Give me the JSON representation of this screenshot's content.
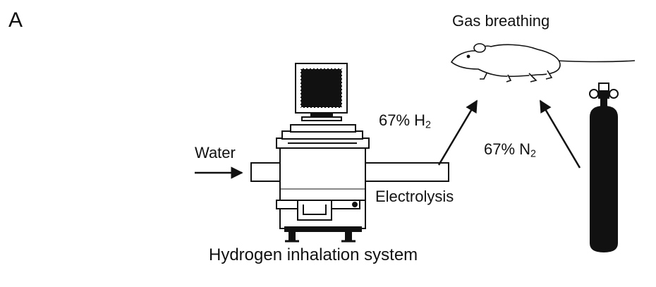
{
  "panel_label": "A",
  "labels": {
    "gas_breathing": "Gas breathing",
    "hydrogen_pct": "67% H",
    "hydrogen_sub": "2",
    "nitrogen_pct": "67% N",
    "nitrogen_sub": "2",
    "water": "Water",
    "electrolysis": "Electrolysis",
    "system": "Hydrogen inhalation system"
  },
  "icons": {
    "rat": "rat-icon",
    "cylinder": "gas-cylinder-icon",
    "monitor": "monitor-icon",
    "apparatus": "electrolysis-apparatus-icon"
  },
  "colors": {
    "ink": "#111111",
    "background": "#ffffff"
  }
}
